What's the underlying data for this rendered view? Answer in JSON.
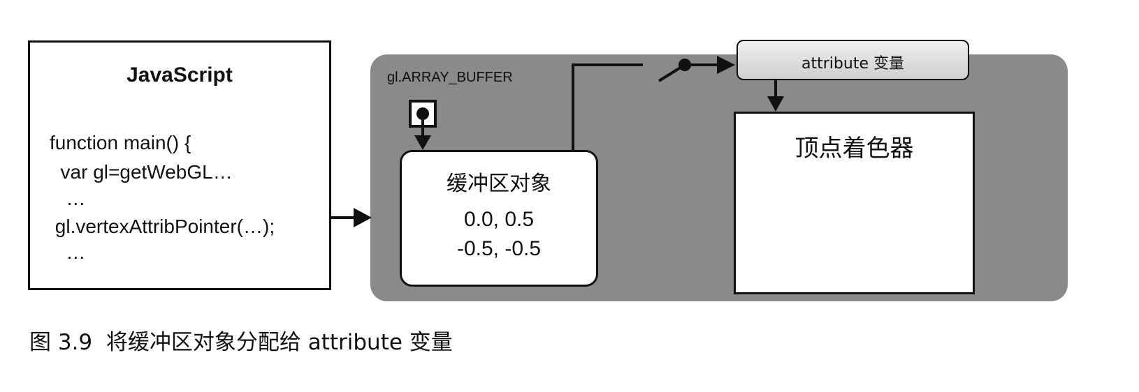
{
  "javascript_box": {
    "title": "JavaScript",
    "code_lines": [
      "function main() {",
      "  var gl=getWebGL…",
      "   …",
      " gl.vertexAttribPointer(…);",
      "   …"
    ]
  },
  "webgl_system": {
    "target_label": "gl.ARRAY_BUFFER",
    "buffer_object": {
      "title": "缓冲区对象",
      "values": [
        "0.0,  0.5",
        "-0.5, -0.5"
      ]
    },
    "attribute_variable": {
      "label": "attribute 变量"
    },
    "vertex_shader": {
      "title": "顶点着色器"
    }
  },
  "caption": "图 3.9  将缓冲区对象分配给 attribute 变量",
  "colors": {
    "system_background": "#8a8a8a",
    "attribute_box": "#d9d9d9",
    "stroke": "#111111"
  }
}
